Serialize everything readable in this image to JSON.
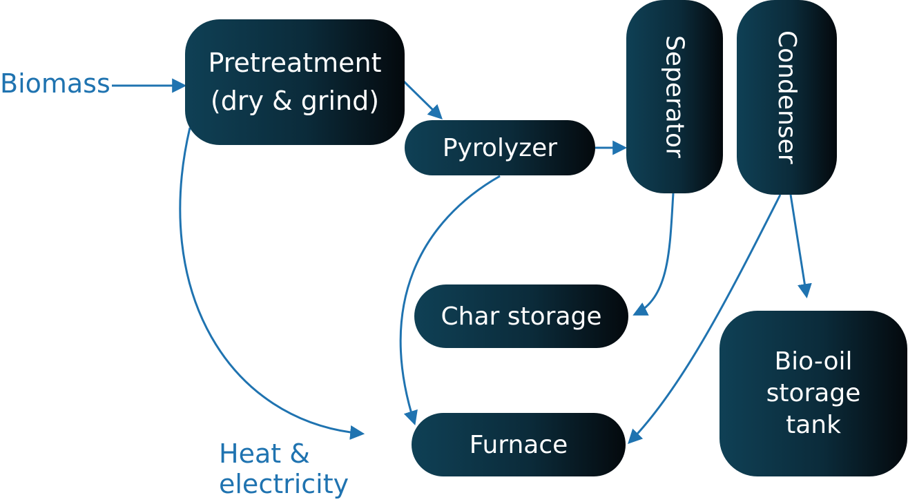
{
  "colors": {
    "arrow": "#1f73b0",
    "node_dark": "#04090d",
    "node_teal": "#0f4055",
    "label": "#1f73b0"
  },
  "labels": {
    "input": "Biomass",
    "output_line1": "Heat &",
    "output_line2": "electricity"
  },
  "nodes": {
    "pretreatment_line1": "Pretreatment",
    "pretreatment_line2": "(dry & grind)",
    "pyrolyzer": "Pyrolyzer",
    "separator": "Seperator",
    "condenser": "Condenser",
    "char_storage": "Char storage",
    "furnace": "Furnace",
    "biooil_line1": "Bio-oil",
    "biooil_line2": "storage",
    "biooil_line3": "tank"
  },
  "edges": [
    {
      "from": "biomass",
      "to": "pretreatment"
    },
    {
      "from": "pretreatment",
      "to": "pyrolyzer"
    },
    {
      "from": "pyrolyzer",
      "to": "separator"
    },
    {
      "from": "separator",
      "to": "char_storage"
    },
    {
      "from": "condenser",
      "to": "biooil_storage_tank"
    },
    {
      "from": "condenser",
      "to": "furnace"
    },
    {
      "from": "pyrolyzer",
      "to": "furnace"
    },
    {
      "from": "pretreatment",
      "to": "heat_electricity"
    }
  ]
}
